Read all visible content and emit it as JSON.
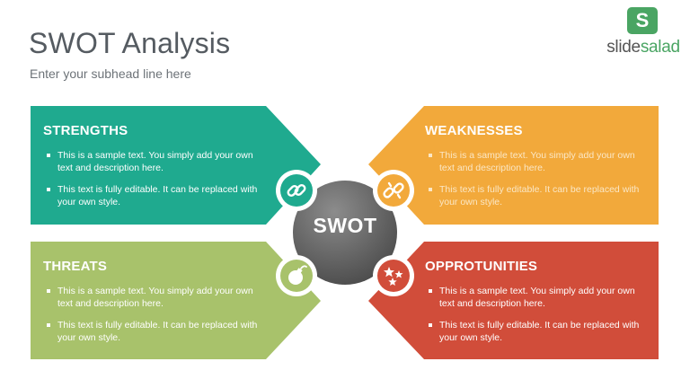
{
  "header": {
    "title": "SWOT Analysis",
    "subhead": "Enter your subhead line here"
  },
  "logo": {
    "badge": "S",
    "text_part1": "slide",
    "text_part2": "salad"
  },
  "center": {
    "label": "SWOT"
  },
  "quadrants": {
    "strengths": {
      "title": "STRENGTHS",
      "color": "#1faa8f",
      "bullets": [
        "This is a sample text. You simply add your own text and description here.",
        "This text is fully editable. It can be replaced with your own style."
      ],
      "icon": "link-icon"
    },
    "weaknesses": {
      "title": "WEAKNESSES",
      "color": "#f2a93b",
      "bullets": [
        "This is a sample text. You simply add your own text and description here.",
        "This text is fully editable. It can be replaced with your own style."
      ],
      "icon": "broken-link-icon"
    },
    "threats": {
      "title": "THREATS",
      "color": "#a8c26b",
      "bullets": [
        "This is a sample text. You simply add your own text and description here.",
        "This text is fully editable. It can be replaced with your own style."
      ],
      "icon": "bomb-icon"
    },
    "opportunities": {
      "title": "OPPROTUNITIES",
      "color": "#d14d3a",
      "bullets": [
        "This is a sample text. You simply add your own text and description here.",
        "This text is fully editable. It can be replaced with your own style."
      ],
      "icon": "stars-icon"
    }
  }
}
